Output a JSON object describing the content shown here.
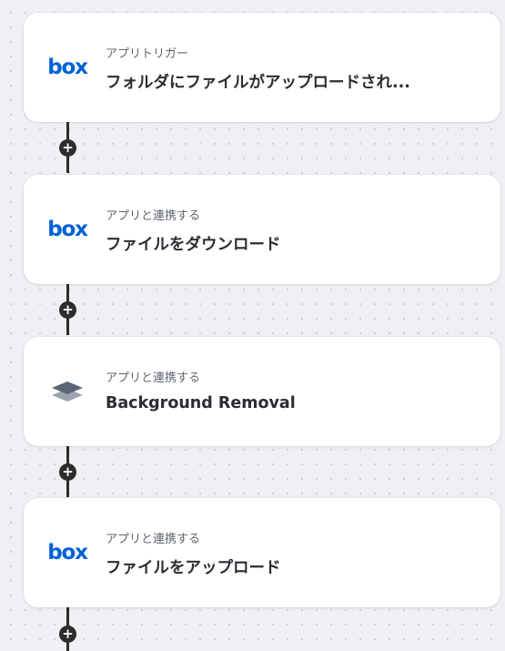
{
  "flow": {
    "steps": [
      {
        "icon": "box-logo-icon",
        "logo_text": "box",
        "label": "アプリトリガー",
        "title": "フォルダにファイルがアップロードされ..."
      },
      {
        "icon": "box-logo-icon",
        "logo_text": "box",
        "label": "アプリと連携する",
        "title": "ファイルをダウンロード"
      },
      {
        "icon": "layers-icon",
        "label": "アプリと連携する",
        "title": "Background Removal"
      },
      {
        "icon": "box-logo-icon",
        "logo_text": "box",
        "label": "アプリと連携する",
        "title": "ファイルをアップロード"
      }
    ],
    "add_step_symbol": "+"
  },
  "colors": {
    "background": "#eef0f3",
    "card": "#ffffff",
    "connector": "#2c2c2c",
    "box_brand": "#0061d5",
    "layers_icon": "#5a6574"
  }
}
